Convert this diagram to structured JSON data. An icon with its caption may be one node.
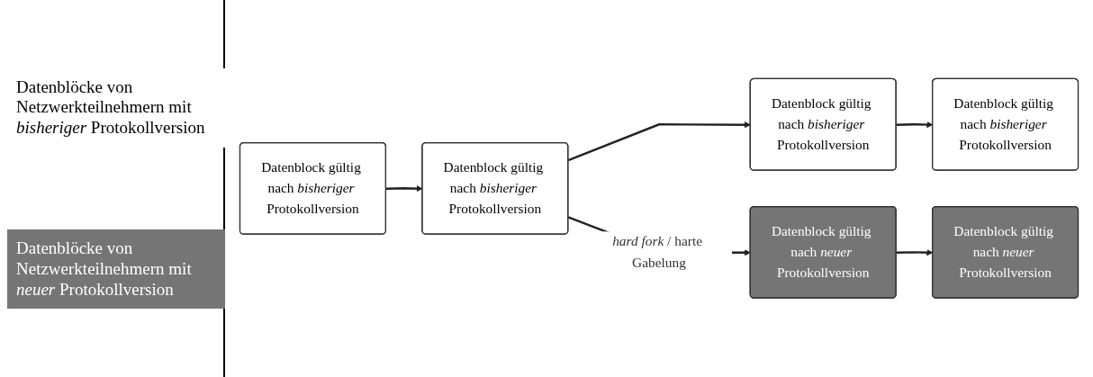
{
  "diagram": {
    "nodes": [
      {
        "text": [
          "Datenblock gültig nach *bisheriger* Protokollversion"
        ]
      },
      {
        "text": [
          "Datenblock gültig nach *bisheriger* Protokollversion"
        ]
      },
      {
        "text": [
          "Datenblock gültig nach *bisheriger* Protokollversion"
        ]
      },
      {
        "text": [
          "Datenblock gültig nach *bisheriger* Protokollversion"
        ]
      },
      {
        "text": [
          "Datenblock gültig nach *neuer* Protokollversion"
        ]
      },
      {
        "text": [
          "Datenblock gültig nach *neuer* Protokollversion"
        ]
      }
    ],
    "edges": [
      {
        "from": 0,
        "to": 1,
        "arrow": "to"
      },
      {
        "from": 1,
        "to": 2,
        "arrow": "to"
      },
      {
        "from": 2,
        "to": 3,
        "arrow": "to"
      },
      {
        "from": 1,
        "to": 4,
        "arrow": "to",
        "label": "*hard fork* / harte Gabelung"
      },
      {
        "from": 4,
        "to": 5,
        "arrow": "to"
      }
    ],
    "legend": [
      {
        "text": "Datenblöcke von Netzwerkteilnehmern mit *bisheriger* Protokollversion",
        "color": "#ffffff"
      },
      {
        "text": "Datenblöcke von Netzwerkteilnehmern mit *neuer* Protokollversion",
        "color": "#757575"
      }
    ]
  }
}
